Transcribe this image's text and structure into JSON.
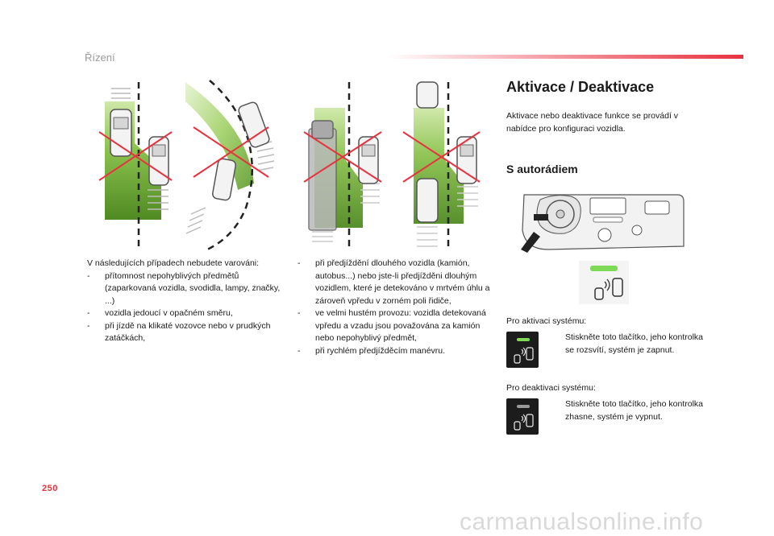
{
  "header": {
    "title": "Řízení",
    "page_number": "250"
  },
  "left_column": {
    "intro": "V následujících případech nebudete varováni:",
    "items": [
      "přítomnost nepohyblivých předmětů (zaparkovaná vozidla, svodidla, lampy, značky, ...)",
      "vozidla jedoucí v opačném směru,",
      "při jízdě na klikaté vozovce nebo v prudkých zatáčkách,"
    ]
  },
  "middle_column": {
    "items": [
      "při předjíždění dlouhého vozidla (kamión, autobus...) nebo jste-li předjížděni dlouhým vozidlem, které je detekováno v mrtvém úhlu a zároveň vpředu v zorném poli řidiče,",
      "ve velmi hustém provozu: vozidla detekovaná vpředu a vzadu jsou považována za kamión nebo nepohyblivý předmět,",
      "při rychlém předjížděcím manévru."
    ]
  },
  "right_column": {
    "section_title": "Aktivace / Deaktivace",
    "intro": "Aktivace nebo deaktivace funkce se provádí v nabídce pro konfiguraci vozidla.",
    "subsection_title": "S autorádiem",
    "activate_label": "Pro aktivaci systému:",
    "activate_step_symbol": "",
    "activate_step": "Stiskněte toto tlačítko, jeho kontrolka se rozsvítí, systém je zapnut.",
    "deactivate_label": "Pro deaktivaci systému:",
    "deactivate_step_symbol": "",
    "deactivate_step": "Stiskněte toto tlačítko, jeho kontrolka zhasne, systém je vypnut."
  },
  "watermark": "carmanualsonline.info",
  "colors": {
    "accent_red": "#e0323c",
    "zone_green": "#6fb43c",
    "led_green": "#7ed957",
    "cross_red": "#e8323f"
  }
}
